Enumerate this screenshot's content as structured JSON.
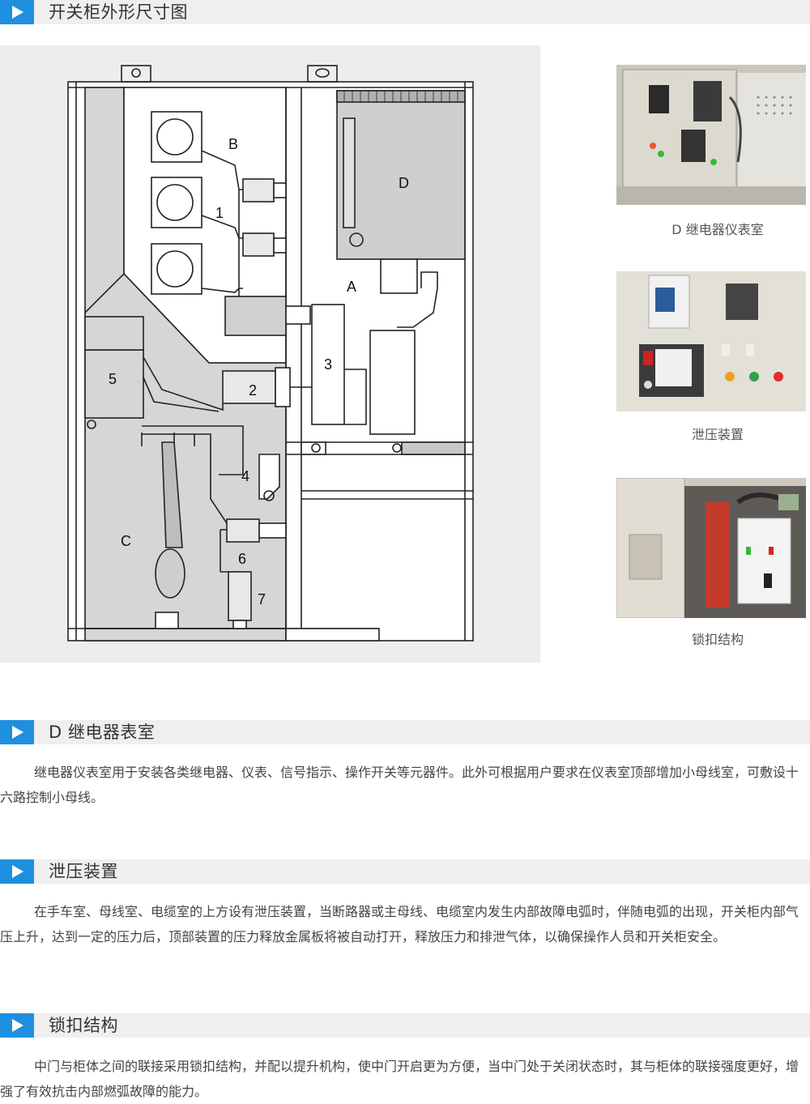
{
  "sections": [
    {
      "title": "开关柜外形尺寸图"
    },
    {
      "title": "D 继电器表室",
      "body": "继电器仪表室用于安装各类继电器、仪表、信号指示、操作开关等元器件。此外可根据用户要求在仪表室顶部增加小母线室，可敷设十六路控制小母线。"
    },
    {
      "title": "泄压装置",
      "body": "在手车室、母线室、电缆室的上方设有泄压装置，当断路器或主母线、电缆室内发生内部故障电弧时，伴随电弧的出现，开关柜内部气压上升，达到一定的压力后，顶部装置的压力释放金属板将被自动打开，释放压力和排泄气体，以确保操作人员和开关柜安全。"
    },
    {
      "title": "锁扣结构",
      "body": "中门与柜体之间的联接采用锁扣结构，并配以提升机构，使中门开启更为方便，当中门处于关闭状态时，其与柜体的联接强度更好，增强了有效抗击内部燃弧故障的能力。"
    }
  ],
  "diagram": {
    "labels": {
      "A": "A",
      "B": "B",
      "C": "C",
      "D": "D",
      "n1": "1",
      "n2": "2",
      "n3": "3",
      "n4": "4",
      "n5": "5",
      "n6": "6",
      "n7": "7"
    }
  },
  "photos": [
    {
      "caption": "D 继电器仪表室"
    },
    {
      "caption": "泄压装置"
    },
    {
      "caption": "锁扣结构"
    }
  ],
  "colors": {
    "accent": "#1f8fe0",
    "header_bg": "#efefef",
    "panel_bg": "#ededed"
  }
}
